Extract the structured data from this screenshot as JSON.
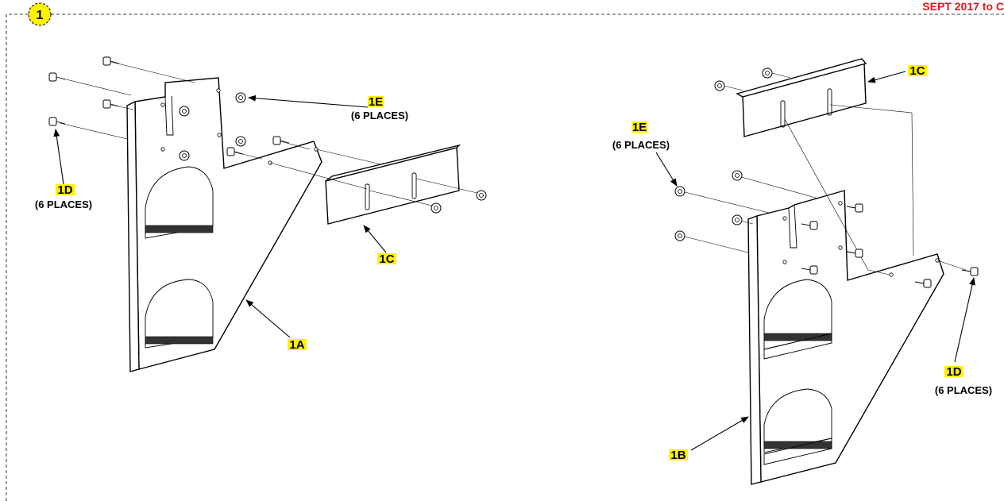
{
  "header": {
    "note": "SEPT 2017 to C",
    "note_color": "#e4161b"
  },
  "callout": {
    "number": "1",
    "fill": "#fff200"
  },
  "labels": {
    "left": {
      "part_1E": "1E",
      "places_1E": "(6 PLACES)",
      "part_1D": "1D",
      "places_1D": "(6 PLACES)",
      "part_1C": "1C",
      "part_1A": "1A"
    },
    "right": {
      "part_1C": "1C",
      "part_1E": "1E",
      "places_1E": "(6 PLACES)",
      "part_1D": "1D",
      "places_1D": "(6 PLACES)",
      "part_1B": "1B"
    }
  },
  "colors": {
    "label_highlight": "#fff200",
    "line": "#000000"
  }
}
